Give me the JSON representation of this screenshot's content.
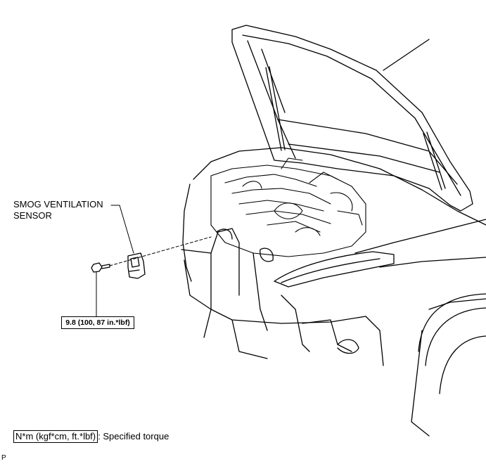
{
  "labels": {
    "sensor_line1": "SMOG VENTILATION",
    "sensor_line2": "SENSOR",
    "torque": "9.8 (100, 87 in.*lbf)"
  },
  "legend": {
    "unit_box": "N*m (kgf*cm, ft.*lbf)",
    "description": ": Specified torque"
  },
  "page_marker": "P"
}
